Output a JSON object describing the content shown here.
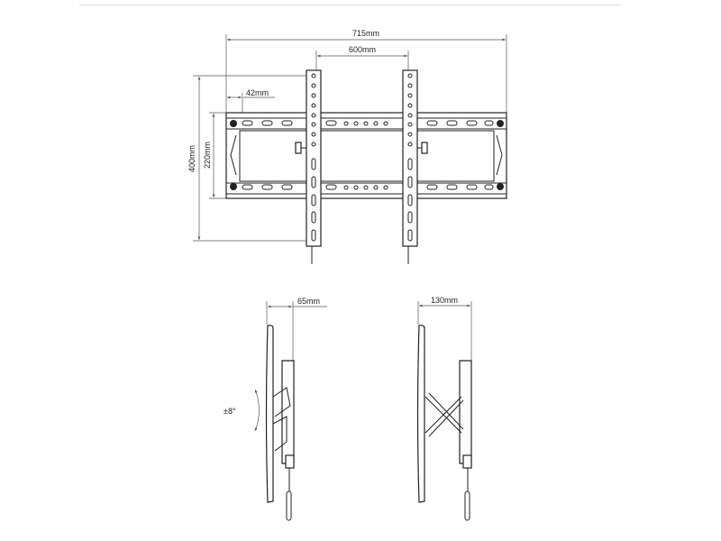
{
  "front_view": {
    "overall_width": "715mm",
    "bracket_spacing": "600mm",
    "edge_offset": "42mm",
    "bracket_height": "400mm",
    "frame_height": "220mm"
  },
  "side_view_folded": {
    "depth": "65mm",
    "tilt": "±8°"
  },
  "side_view_extended": {
    "depth": "130mm"
  }
}
